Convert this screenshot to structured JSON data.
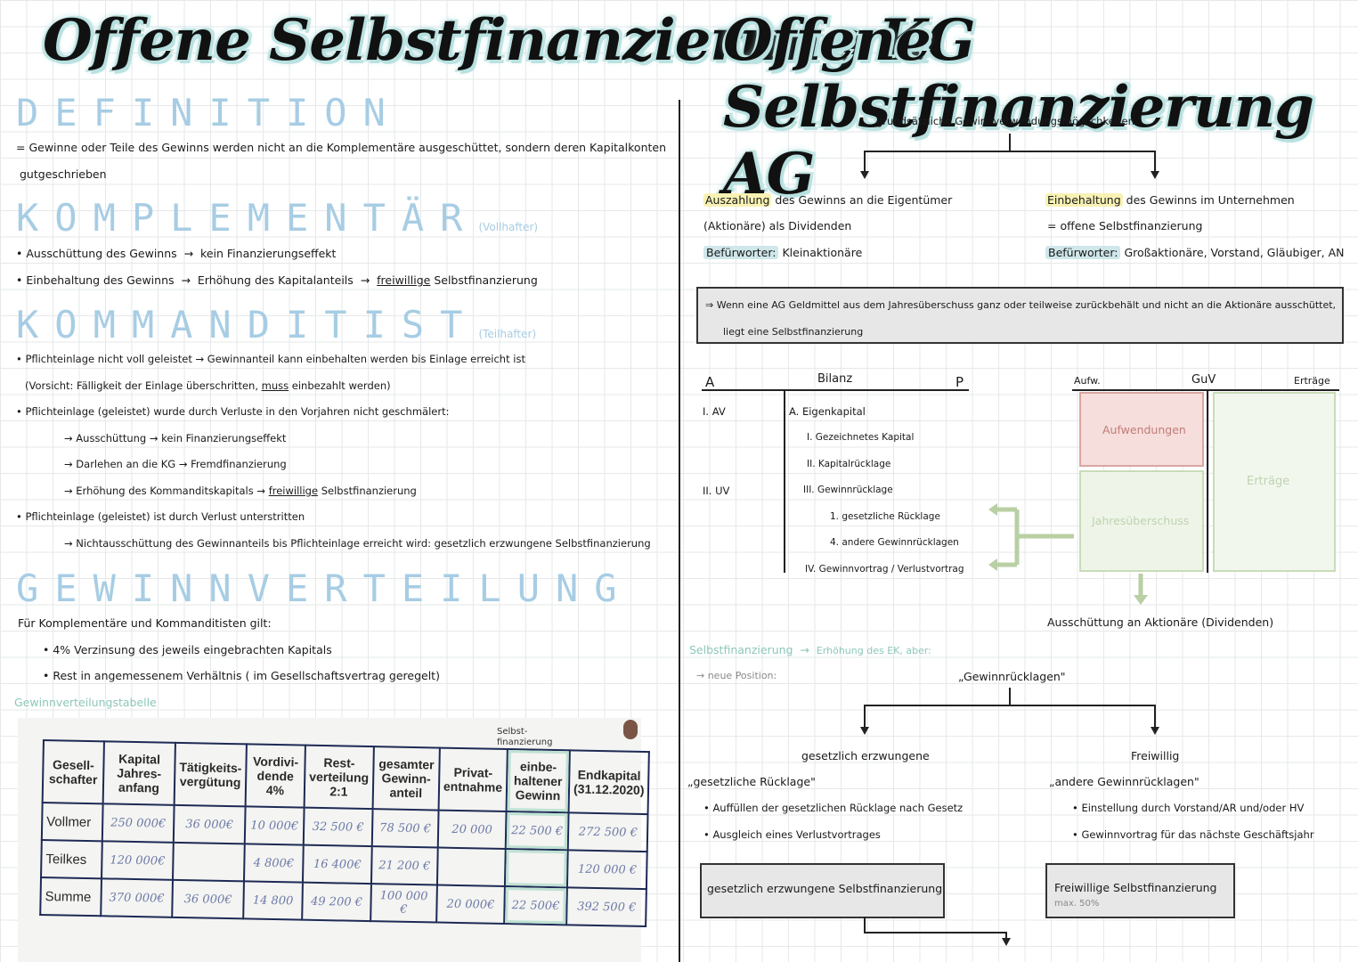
{
  "left": {
    "title": "Offene Selbstfinanzierung KG",
    "definition": {
      "heading": "DEFINITION",
      "line1": "= Gewinne oder Teile des Gewinns werden nicht an die Komplementäre ausgeschüttet, sondern deren Kapitalkonten",
      "line2": "gutgeschrieben"
    },
    "komplementaer": {
      "heading": "KOMPLEMENTÄR",
      "hint": "(Vollhafter)",
      "b1_a": "• Ausschüttung des Gewinns",
      "b1_b": "kein Finanzierungseffekt",
      "b2_a": "• Einbehaltung des Gewinns",
      "b2_b": "Erhöhung des Kapitalanteils",
      "b2_c": "freiwillige",
      "b2_d": "Selbstfinanzierung"
    },
    "kommanditist": {
      "heading": "KOMMANDITIST",
      "hint": "(Teilhafter)",
      "l1": "• Pflichteinlage nicht voll geleistet → Gewinnanteil kann einbehalten werden bis Einlage erreicht ist",
      "l2a": "(Vorsicht: Fälligkeit der Einlage überschritten,",
      "l2b": "muss",
      "l2c": "einbezahlt werden)",
      "l3": "• Pflichteinlage (geleistet) wurde durch Verluste in den Vorjahren nicht geschmälert:",
      "l4": "→ Ausschüttung → kein Finanzierungseffekt",
      "l5": "→ Darlehen an die KG → Fremdfinanzierung",
      "l6a": "→ Erhöhung des Kommanditskapitals →",
      "l6b": "freiwillige",
      "l6c": "Selbstfinanzierung",
      "l7": "• Pflichteinlage (geleistet) ist durch Verlust unterstritten",
      "l8": "→ Nichtausschüttung des Gewinnanteils bis Pflichteinlage erreicht wird: gesetzlich erzwungene Selbstfinanzierung"
    },
    "gewinnverteilung": {
      "heading": "GEWINNVERTEILUNG",
      "l1": "Für Komplementäre und Kommanditisten gilt:",
      "l2": "• 4% Verzinsung des jeweils eingebrachten Kapitals",
      "l3": "• Rest in angemessenem Verhältnis ( im Gesellschaftsvertrag geregelt)",
      "tablelabel": "Gewinnverteilungstabelle",
      "sf_note": "Selbst-\nfinanzierung"
    },
    "table": {
      "headers": [
        "Gesell-schafter",
        "Kapital Jahres-anfang",
        "Tätigkeits-vergütung",
        "Vordivi-dende 4%",
        "Rest-verteilung 2:1",
        "gesamter Gewinn-anteil",
        "Privat-entnahme",
        "einbe-haltener Gewinn",
        "Endkapital (31.12.2020)"
      ],
      "rows": [
        [
          "Vollmer",
          "250 000€",
          "36 000€",
          "10 000€",
          "32 500 €",
          "78 500 €",
          "20 000",
          "22 500 €",
          "272 500 €"
        ],
        [
          "Teilkes",
          "120 000€",
          "",
          "4 800€",
          "16 400€",
          "21 200 €",
          "",
          "",
          "120 000 €"
        ],
        [
          "Summe",
          "370 000€",
          "36 000€",
          "14 800",
          "49 200 €",
          "100 000 €",
          "20 000€",
          "22 500€",
          "392 500 €"
        ]
      ]
    }
  },
  "right": {
    "title": "Offene Selbstfinanzierung AG",
    "top": "grundsätzliche Gewinnverwendungsmöglichkeiten",
    "leftA": "Auszahlung",
    "leftB": "des Gewinns an die Eigentümer",
    "leftC": "(Aktionäre) als Dividenden",
    "leftD": "Befürworter:",
    "leftE": "Kleinaktionäre",
    "rightA": "Einbehaltung",
    "rightB": "des Gewinns im Unternehmen",
    "rightC": "= offene Selbstfinanzierung",
    "rightD": "Befürworter:",
    "rightE": "Großaktionäre, Vorstand, Gläubiger, AN",
    "box1": "⇒ Wenn eine AG Geldmittel aus dem Jahresüberschuss ganz oder teilweise zurückbehält und nicht an die Aktionäre ausschüttet,",
    "box2": "liegt eine Selbstfinanzierung",
    "bilanz": {
      "a": "A",
      "title": "Bilanz",
      "p": "P",
      "av": "I. AV",
      "uv": "II. UV",
      "ek": "A. Eigenkapital",
      "i": "I. Gezeichnetes Kapital",
      "ii": "II. Kapitalrücklage",
      "iii": "III. Gewinnrücklage",
      "r1": "1. gesetzliche Rücklage",
      "r4": "4. andere Gewinnrücklagen",
      "iv": "IV. Gewinnvortrag / Verlustvortrag"
    },
    "guv": {
      "aufw": "Aufw.",
      "title": "GuV",
      "ertr": "Erträge",
      "box_aufw": "Aufwendungen",
      "box_ertr": "Erträge",
      "box_ju": "Jahresüberschuss"
    },
    "aussch": "Ausschüttung an Aktionäre (Dividenden)",
    "sf_a": "Selbstfinanzierung",
    "sf_b": "Erhöhung des EK, aber:",
    "sf_c": "→ neue Position:",
    "gr": "„Gewinnrücklagen\"",
    "left2a": "gesetzlich erzwungene",
    "left2b": "„gesetzliche Rücklage\"",
    "left2c": "• Auffüllen der gesetzlichen Rücklage nach Gesetz",
    "left2d": "• Ausgleich eines Verlustvortrages",
    "right2a": "Freiwillig",
    "right2b": "„andere Gewinnrücklagen\"",
    "right2c": "• Einstellung durch Vorstand/AR und/oder HV",
    "right2d": "• Gewinnvortrag für das nächste Geschäftsjahr",
    "box3": "gesetzlich erzwungene Selbstfinanzierung",
    "box4a": "Freiwillige Selbstfinanzierung",
    "box4b": "max. 50%"
  }
}
